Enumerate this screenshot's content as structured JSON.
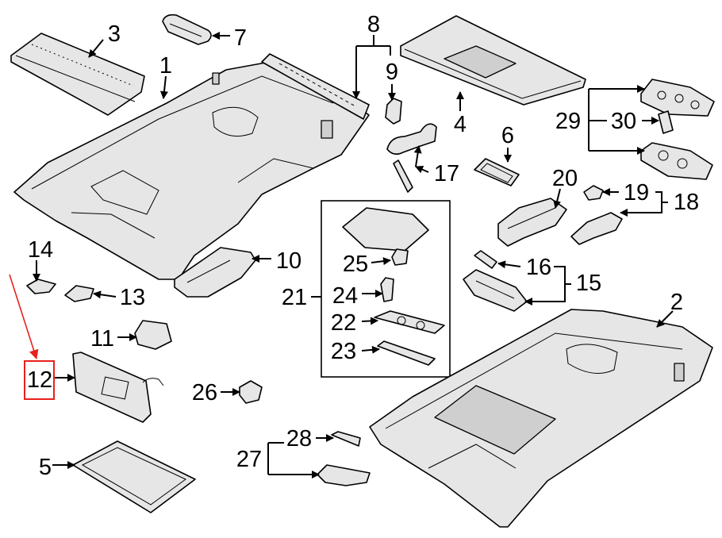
{
  "diagram": {
    "background": "#ffffff",
    "highlight_color": "#e8211c",
    "callouts": [
      "1",
      "2",
      "3",
      "4",
      "5",
      "6",
      "7",
      "8",
      "9",
      "10",
      "11",
      "12",
      "13",
      "14",
      "15",
      "16",
      "17",
      "18",
      "19",
      "20",
      "21",
      "22",
      "23",
      "24",
      "25",
      "26",
      "27",
      "28",
      "29",
      "30"
    ],
    "highlighted_callout": "12"
  }
}
